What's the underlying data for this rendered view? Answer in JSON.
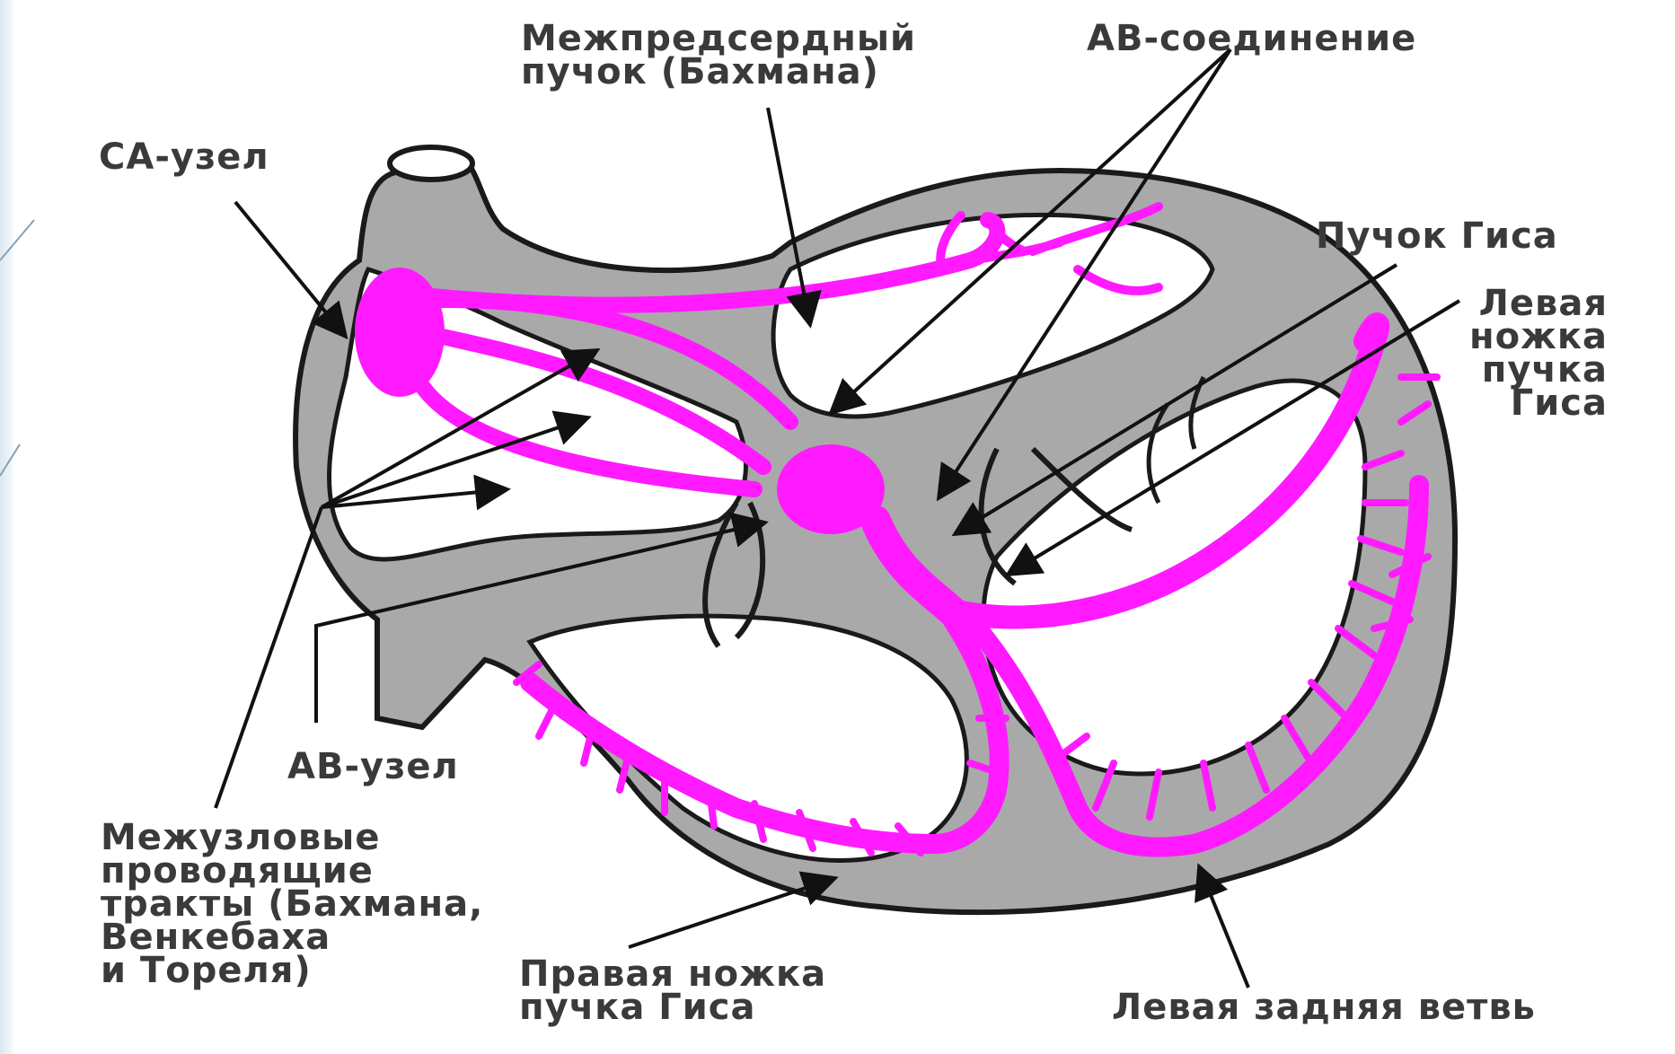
{
  "labels": {
    "interatrial_bundle": "Межпредсердный\nпучок (Бахмана)",
    "av_junction": "АВ-соединение",
    "sa_node": "СА-узел",
    "his_bundle": "Пучок Гиса",
    "left_bundle_branch": "Левая\nножка\nпучка\nГиса",
    "av_node": "АВ-узел",
    "internodal_tracts": "Межузловые\nпроводящие\nтракты (Бахмана,\nВенкебаха\nи Тореля)",
    "right_bundle_branch": "Правая ножка\nпучка Гиса",
    "left_posterior_fascicle": "Левая задняя ветвь"
  },
  "colors": {
    "conduction": "#ff1aff",
    "myocardium": "#a9a9a9",
    "outline": "#1a1a1a",
    "label_text": "#3a3a3a",
    "slide_edge": "#dce7ef"
  }
}
